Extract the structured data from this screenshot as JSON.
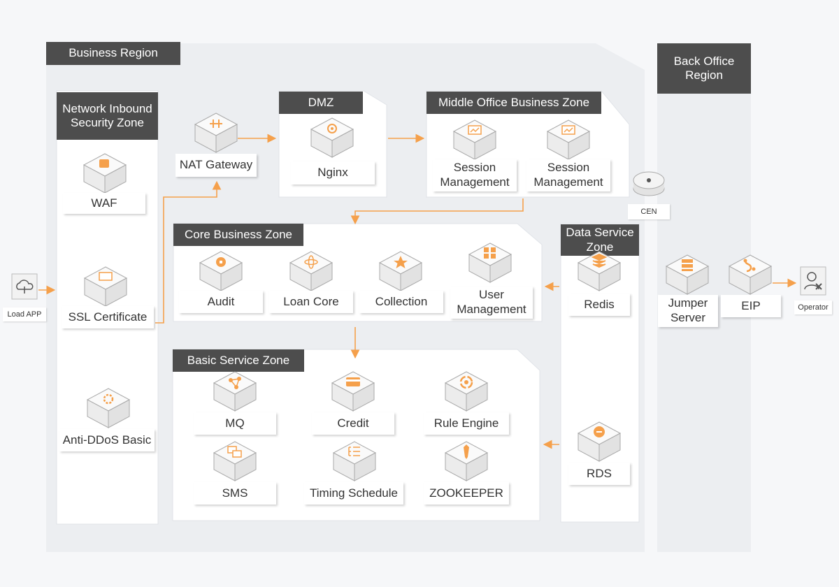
{
  "regions": {
    "business": "Business Region",
    "back_office": "Back Office Region"
  },
  "zones": {
    "network_inbound": "Network Inbound Security Zone",
    "dmz": "DMZ",
    "middle_office": "Middle Office Business Zone",
    "core_business": "Core Business Zone",
    "data_service": "Data Service Zone",
    "basic_service": "Basic Service Zone"
  },
  "nodes": {
    "load_app": "Load APP",
    "waf": "WAF",
    "ssl": "SSL Certificate",
    "anti_ddos": "Anti-DDoS Basic",
    "nat_gateway": "NAT Gateway",
    "nginx": "Nginx",
    "session_mgmt_1": "Session Management",
    "session_mgmt_2": "Session Management",
    "cen": "CEN",
    "audit": "Audit",
    "loan_core": "Loan Core",
    "collection": "Collection",
    "user_mgmt": "User Management",
    "redis": "Redis",
    "rds": "RDS",
    "mq": "MQ",
    "credit": "Credit",
    "rule_engine": "Rule Engine",
    "sms": "SMS",
    "timing_schedule": "Timing Schedule",
    "zookeeper": "ZOOKEEPER",
    "jumper_server": "Jumper Server",
    "eip": "EIP",
    "operator": "Operator"
  },
  "colors": {
    "accent": "#f5a04b",
    "header_bg": "#4d4d4d",
    "region_bg": "#eceef1"
  }
}
